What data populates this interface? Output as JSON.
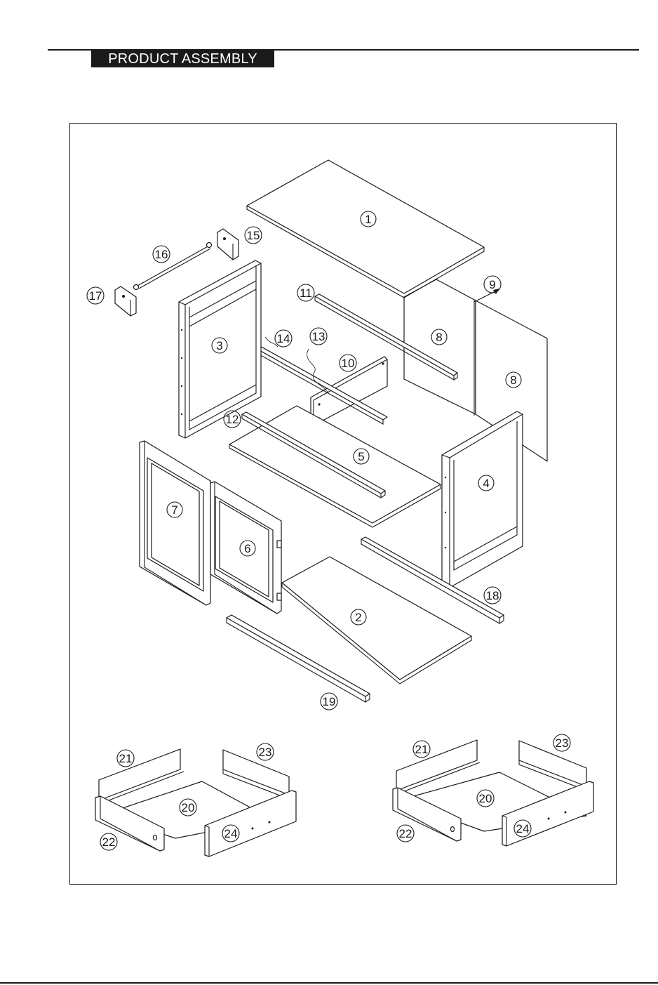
{
  "header": {
    "title": "PRODUCT ASSEMBLY"
  },
  "parts": {
    "p1": "1",
    "p2": "2",
    "p3": "3",
    "p4": "4",
    "p5": "5",
    "p6": "6",
    "p7": "7",
    "p8a": "8",
    "p8b": "8",
    "p9": "9",
    "p10": "10",
    "p11": "11",
    "p12": "12",
    "p13": "13",
    "p14": "14",
    "p15": "15",
    "p16": "16",
    "p17": "17",
    "p18": "18",
    "p19": "19",
    "d1_20": "20",
    "d1_21": "21",
    "d1_22": "22",
    "d1_23": "23",
    "d1_24": "24",
    "d2_20": "20",
    "d2_21": "21",
    "d2_22": "22",
    "d2_23": "23",
    "d2_24": "24"
  },
  "colors": {
    "ink": "#1a1a1a",
    "paper": "#ffffff"
  }
}
